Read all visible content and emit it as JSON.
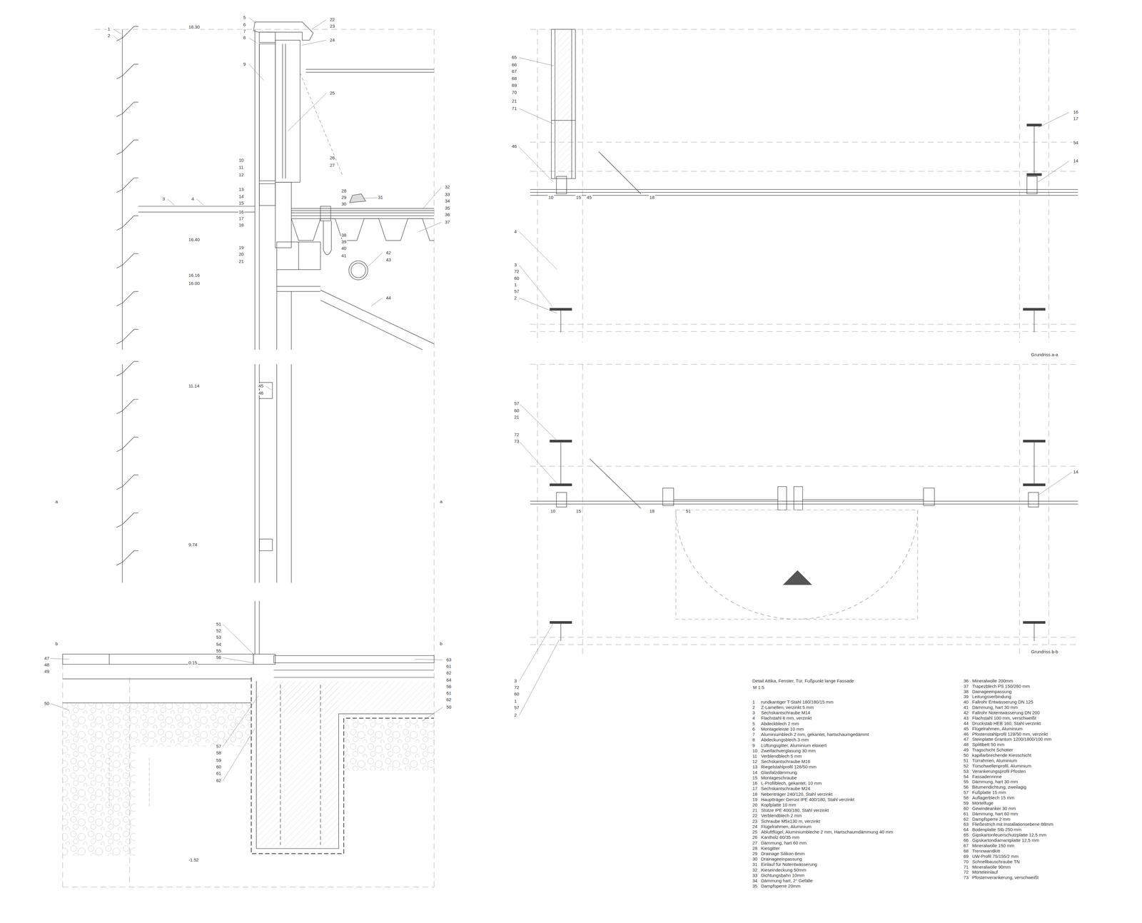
{
  "diagram": {
    "title": "Detail Attika, Fenster, Tür, Fußpunkt lange Fassade",
    "labels": [
      "1",
      "2",
      "18.30",
      "5",
      "6",
      "7",
      "8",
      "22",
      "23",
      "24",
      "9",
      "25",
      "10",
      "11",
      "12",
      "26",
      "27",
      "13",
      "3",
      "4",
      "14",
      "15",
      "28",
      "29",
      "30",
      "31",
      "32",
      "33",
      "34",
      "35",
      "36",
      "37",
      "16",
      "17",
      "18",
      "38",
      "39",
      "40",
      "41",
      "16.40",
      "19",
      "20",
      "21",
      "42",
      "43",
      "16.16",
      "16.00",
      "44",
      "11.14",
      "45",
      "46",
      "a",
      "a",
      "9.74",
      "51",
      "52",
      "53",
      "54",
      "55",
      "56",
      "b",
      "b",
      "47",
      "48",
      "49",
      "0.15",
      "63",
      "61",
      "62",
      "64",
      "56",
      "61",
      "62",
      "50",
      "50",
      "57",
      "58",
      "59",
      "60",
      "61",
      "62",
      "-1.52",
      "65",
      "66",
      "67",
      "68",
      "69",
      "70",
      "21",
      "71",
      "16",
      "17",
      "54",
      "46",
      "14",
      "10",
      "15",
      "45",
      "18",
      "4",
      "3",
      "72",
      "60",
      "1",
      "57",
      "2",
      "Grundriss a-a",
      "57",
      "60",
      "21",
      "72",
      "73",
      "14",
      "10",
      "15",
      "18",
      "51",
      "3",
      "72",
      "60",
      "1",
      "57",
      "2",
      "Grundriss b-b",
      "M 1:5",
      "1",
      "rundkantiger T-Stahl 180/180/15 mm",
      "2",
      "Z-Lamellen, verzinkt 5 mm",
      "3",
      "Sechskantschraube M14",
      "4",
      "Flachstahl 8 mm, verzinkt",
      "5",
      "Abdeckblech 2 mm",
      "6",
      "Montageleiste 10 mm",
      "7",
      "Aluminiumblech 2 mm, gekantet, hartschaumgedämmt",
      "8",
      "Abdeckungsblech 3 mm",
      "9",
      "Lüftungsgitter, Aluminium eloxiert",
      "10",
      "Zweifachverglasung 30 mm",
      "11",
      "Verblendblech 5 mm",
      "12",
      "Sechskantschraube M16",
      "13",
      "Riegelstahlprofil 128/50 mm",
      "14",
      "Glasfalzdämmung",
      "15",
      "Montageschraube",
      "16",
      "L-Profilblech, gekantet, 10 mm",
      "17",
      "Sechskantschraube M24",
      "18",
      "Nebenträger 240/120, Stahl verzinkt",
      "19",
      "Hauptträger Gerüst IPE 400/180, Stahl verzinkt",
      "20",
      "Kopfplatte 10 mm",
      "21",
      "Stütze IPE 400/180, Stahl verzinkt",
      "22",
      "Verblendblech 2 mm",
      "23",
      "Schraube M5x130 m, verzinkt",
      "24",
      "Flügelrahmen, Aluminium",
      "25",
      "Abluftflügel, Aluminiumbleche 2 mm, Hartschaumdämmung 40 mm",
      "26",
      "Kantholz 60/35 mm",
      "27",
      "Dämmung, hart 60 mm",
      "28",
      "Kiesgitter",
      "29",
      "Drainage Silikon 6mm",
      "30",
      "Drainageeinpassung",
      "31",
      "Einlauf für Notentwässerung",
      "32",
      "Kieseindeckung 50mm",
      "33",
      "Dichtungsbahn 10mm",
      "34",
      "Dämmung hart, 2° Gefälle",
      "35",
      "Dampfsperre 20mm",
      "36",
      "Mineralwolle 200mm",
      "37",
      "Trapezblech PS 150/280 mm",
      "38",
      "Dainageeinpassung",
      "39",
      "Leitungsverbindung",
      "40",
      "Fallrohr Entwässerung DN 125",
      "41",
      "Dämmung, hart 30 mm",
      "42",
      "Fallrohr Notentwässerung DN 200",
      "43",
      "Flachstahl 100 mm, verschweißt",
      "44",
      "Druckstab HEB 160, Stahl verzinkt",
      "45",
      "Flügelrahmen, Aluminium",
      "46",
      "Pfostenstahlprofil 128/50 mm, verzinkt",
      "47",
      "Steinplatte Grantum 1200/1800/100 mm",
      "48",
      "Splittbett 50 mm",
      "49",
      "Tragschicht Schotter",
      "50",
      "kapillarbrechende Kiesschicht",
      "51",
      "Türrahmen, Aluminium",
      "52",
      "Türschwellenprofil, Aluminium",
      "53",
      "Verankerungsprofil Pfosten",
      "54",
      "Fassadenrinne",
      "55",
      "Dämmung, hart 30 mm",
      "56",
      "Bitumendichtung, zweilagig",
      "57",
      "Fußplatte 15 mm",
      "58",
      "Auflagerblech 15 mm",
      "59",
      "Mörtelfuge",
      "60",
      "Gewindeanker 30 mm",
      "61",
      "Dämmung, hart 60 mm",
      "62",
      "Dampfsperre 2 mm",
      "63",
      "Fließestrich mit Installationsebene 88mm",
      "64",
      "Bodenplatte Stb 250 mm",
      "65",
      "Gipskartonfeuerschutzplatte 12,5 mm",
      "66",
      "Gipskartondiamantplatte 12,5 mm",
      "67",
      "Mineralwolle 150 mm",
      "68",
      "Trennwandkitt",
      "69",
      "UW-Profil 75/155/2 mm",
      "70",
      "Schnellbauschraube TN",
      "71",
      "Mineralwolle 90mm",
      "72",
      "Mörteleinlauf",
      "73",
      "Pfostenverankerung, verschweißt"
    ]
  }
}
